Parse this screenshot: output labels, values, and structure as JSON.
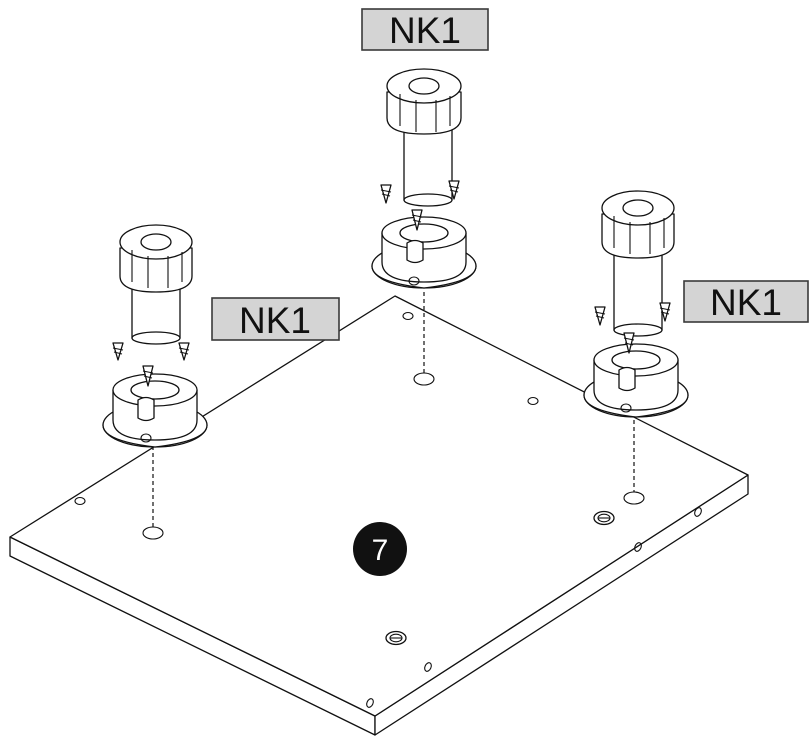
{
  "step": {
    "number": "7"
  },
  "labels": {
    "top": "NK1",
    "left": "NK1",
    "right": "NK1"
  },
  "colors": {
    "label_fill": "#d4d4d4",
    "badge_fill": "#111111",
    "line": "#111111"
  },
  "parts": {
    "leg_count": 3,
    "screws_per_leg": 3,
    "fastener_icon": "cam-lock-icon",
    "leg_icon": "adjustable-leg-icon",
    "screw_icon": "screw-icon"
  }
}
